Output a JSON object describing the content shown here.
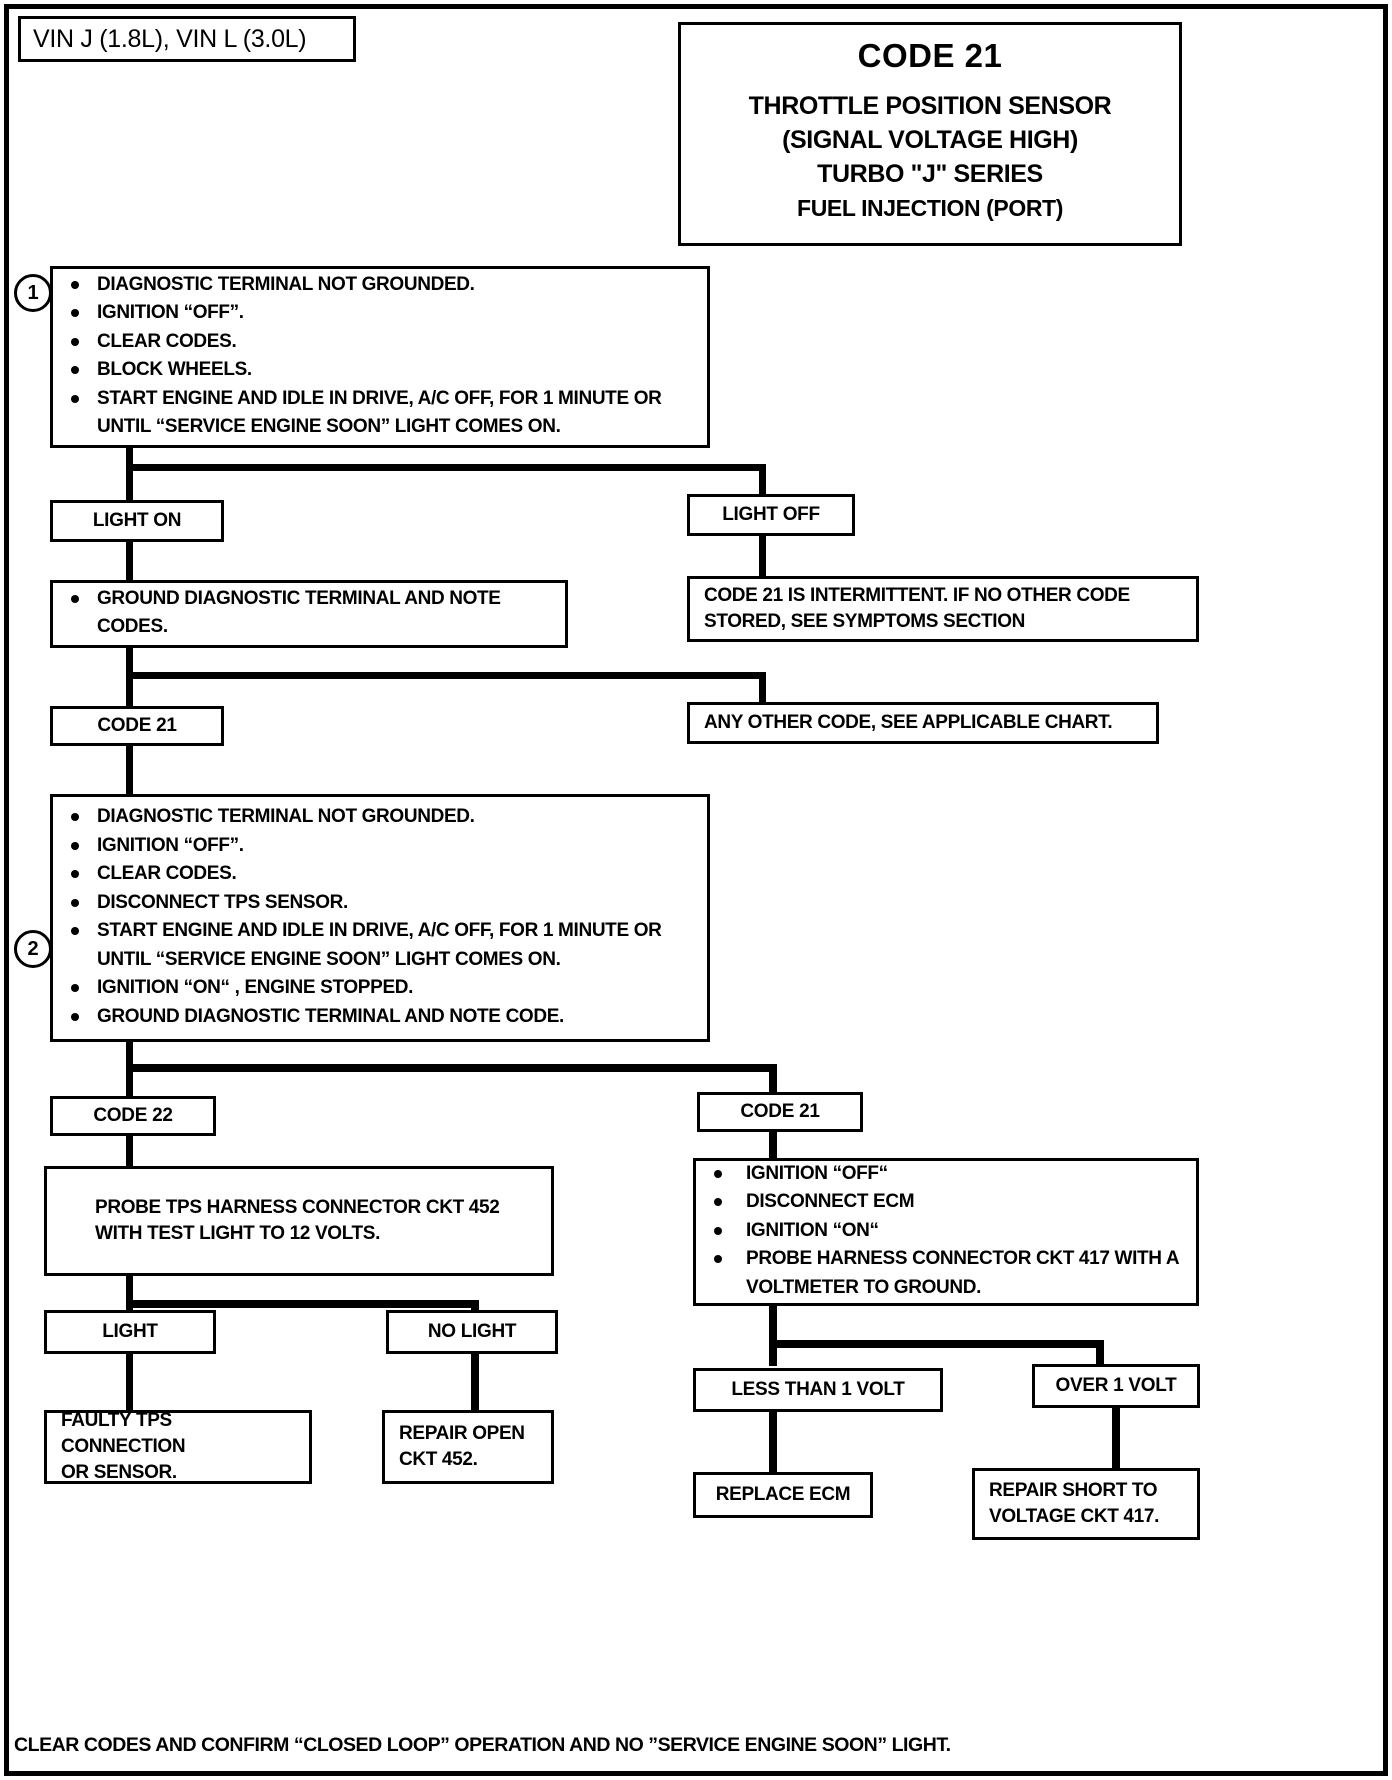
{
  "vin_label": "VIN J (1.8L), VIN L (3.0L)",
  "title": {
    "code": "CODE 21",
    "line1": "THROTTLE POSITION SENSOR",
    "line2": "(SIGNAL VOLTAGE HIGH)",
    "line3": "TURBO \"J\" SERIES",
    "line4": "FUEL INJECTION  (PORT)"
  },
  "steps": {
    "one": "1",
    "two": "2"
  },
  "step1": {
    "bullets": [
      "DIAGNOSTIC TERMINAL NOT GROUNDED.",
      "IGNITION “OFF”.",
      "CLEAR CODES.",
      "BLOCK WHEELS.",
      "START ENGINE AND IDLE IN DRIVE, A/C OFF, FOR 1 MINUTE OR"
    ],
    "continuation": "UNTIL “SERVICE ENGINE SOON” LIGHT COMES ON."
  },
  "branch1": {
    "light_on": "LIGHT ON",
    "light_off": "LIGHT OFF"
  },
  "ground_box": {
    "bullet": "GROUND DIAGNOSTIC TERMINAL AND NOTE",
    "continuation": "CODES."
  },
  "intermittent_box": {
    "line1": "CODE 21 IS INTERMITTENT. IF NO OTHER CODE",
    "line2": "STORED, SEE SYMPTOMS  SECTION"
  },
  "branch2": {
    "code21": "CODE 21",
    "any_other": "ANY OTHER CODE, SEE APPLICABLE CHART."
  },
  "step2": {
    "bullets": [
      "DIAGNOSTIC TERMINAL NOT GROUNDED.",
      "IGNITION “OFF”.",
      "CLEAR CODES.",
      "DISCONNECT TPS SENSOR.",
      "START ENGINE AND IDLE IN DRIVE, A/C OFF, FOR 1 MINUTE OR"
    ],
    "continuation": "UNTIL “SERVICE ENGINE SOON” LIGHT COMES ON.",
    "bullets_after": [
      "IGNITION “ON“ , ENGINE STOPPED.",
      "GROUND DIAGNOSTIC TERMINAL AND NOTE CODE."
    ]
  },
  "branch3": {
    "code22": "CODE 22",
    "code21": "CODE 21"
  },
  "probe_box": {
    "line1": "PROBE TPS HARNESS CONNECTOR CKT 452",
    "line2": "WITH TEST LIGHT TO 12 VOLTS."
  },
  "ecm_box": {
    "bullets": [
      "IGNITION “OFF“",
      "DISCONNECT ECM",
      "IGNITION “ON“",
      "PROBE HARNESS CONNECTOR CKT 417 WITH A"
    ],
    "continuation": "VOLTMETER TO GROUND."
  },
  "branch4": {
    "light": "LIGHT",
    "no_light": "NO LIGHT"
  },
  "branch5": {
    "less_than": "LESS THAN 1 VOLT",
    "over": "OVER 1 VOLT"
  },
  "results": {
    "faulty_tps_line1": "FAULTY TPS CONNECTION",
    "faulty_tps_line2": "OR SENSOR.",
    "repair_open_line1": "REPAIR OPEN",
    "repair_open_line2": "CKT 452.",
    "replace_ecm": "REPLACE ECM",
    "repair_short_line1": "REPAIR SHORT TO",
    "repair_short_line2": "VOLTAGE CKT 417."
  },
  "footer": "CLEAR CODES AND CONFIRM “CLOSED LOOP” OPERATION AND NO ”SERVICE ENGINE SOON” LIGHT."
}
